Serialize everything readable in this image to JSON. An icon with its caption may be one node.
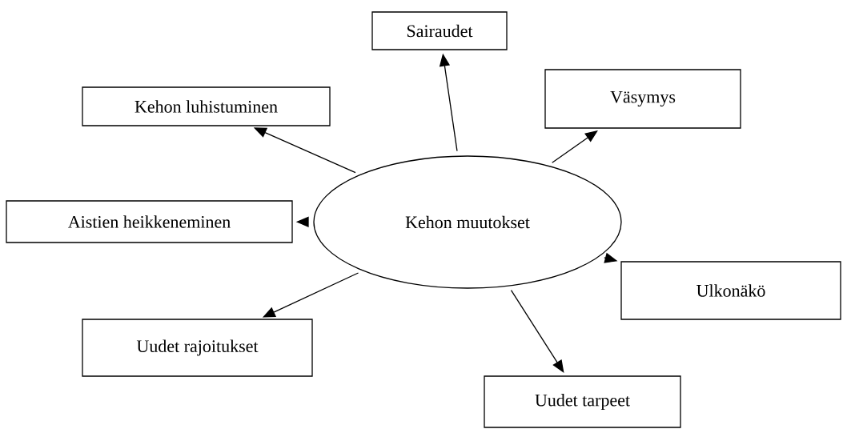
{
  "diagram": {
    "nodes": [
      {
        "text": [
          "Kehon muutokset"
        ]
      },
      {
        "text": [
          "Sairaudet"
        ]
      },
      {
        "text": [
          "Kehon luhistuminen"
        ]
      },
      {
        "text": [
          "Väsymys"
        ]
      },
      {
        "text": [
          "Aistien heikkeneminen"
        ]
      },
      {
        "text": [
          "Ulkonäkö"
        ]
      },
      {
        "text": [
          "Uudet rajoitukset"
        ]
      },
      {
        "text": [
          "Uudet tarpeet"
        ]
      }
    ],
    "edges": [
      {
        "from": 0,
        "to": 1,
        "arrow": "to"
      },
      {
        "from": 0,
        "to": 2,
        "arrow": "to"
      },
      {
        "from": 0,
        "to": 3,
        "arrow": "to"
      },
      {
        "from": 0,
        "to": 4,
        "arrow": "to"
      },
      {
        "from": 0,
        "to": 5,
        "arrow": "to"
      },
      {
        "from": 0,
        "to": 6,
        "arrow": "to"
      },
      {
        "from": 0,
        "to": 7,
        "arrow": "to"
      }
    ]
  }
}
